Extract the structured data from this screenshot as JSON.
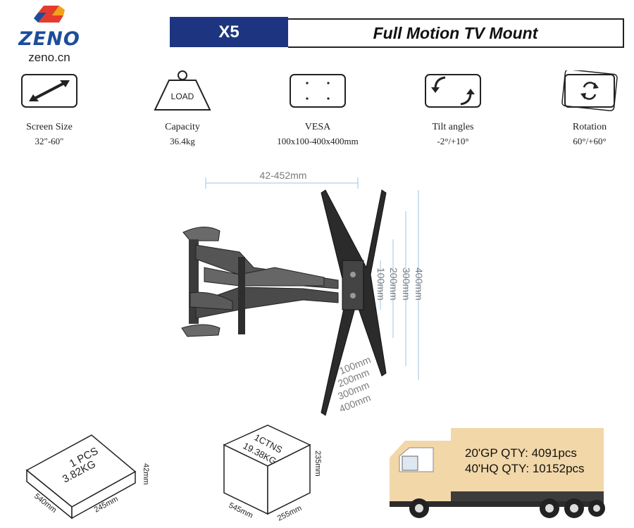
{
  "brand": {
    "name": "ZENO",
    "url": "zeno.cn"
  },
  "model": "X5",
  "product_title": "Full Motion TV Mount",
  "specs": [
    {
      "label": "Screen Size",
      "value": "32\"-60\"",
      "icon": "diagonal-arrow-icon"
    },
    {
      "label": "Capacity",
      "value": "36.4kg",
      "icon": "weight-icon",
      "icon_text": "LOAD"
    },
    {
      "label": "VESA",
      "value": "100x100-400x400mm",
      "icon": "vesa-holes-icon"
    },
    {
      "label": "Tilt angles",
      "value": "-2°/+10°",
      "icon": "tilt-arrows-icon"
    },
    {
      "label": "Rotation",
      "value": "60°/+60°",
      "icon": "rotation-icon"
    }
  ],
  "dimensions": {
    "extension": "42-452mm",
    "vertical": [
      "100mm",
      "200mm",
      "300mm",
      "400mm"
    ],
    "horizontal": [
      "100mm",
      "200mm",
      "300mm",
      "400mm"
    ]
  },
  "packaging": {
    "single": {
      "qty": "1 PCS",
      "weight": "3.82KG",
      "length": "540mm",
      "width": "245mm",
      "height": "42mm"
    },
    "carton": {
      "qty": "1CTNS",
      "weight": "19.38KG",
      "length": "545mm",
      "width": "255mm",
      "height": "235mm"
    }
  },
  "shipping": {
    "gp20": "20'GP QTY: 4091pcs",
    "hq40": "40'HQ QTY: 10152pcs"
  },
  "colors": {
    "brand_blue": "#1d3581",
    "dim_line": "#9cc6e8",
    "truck_cargo": "#f2d7a9"
  }
}
